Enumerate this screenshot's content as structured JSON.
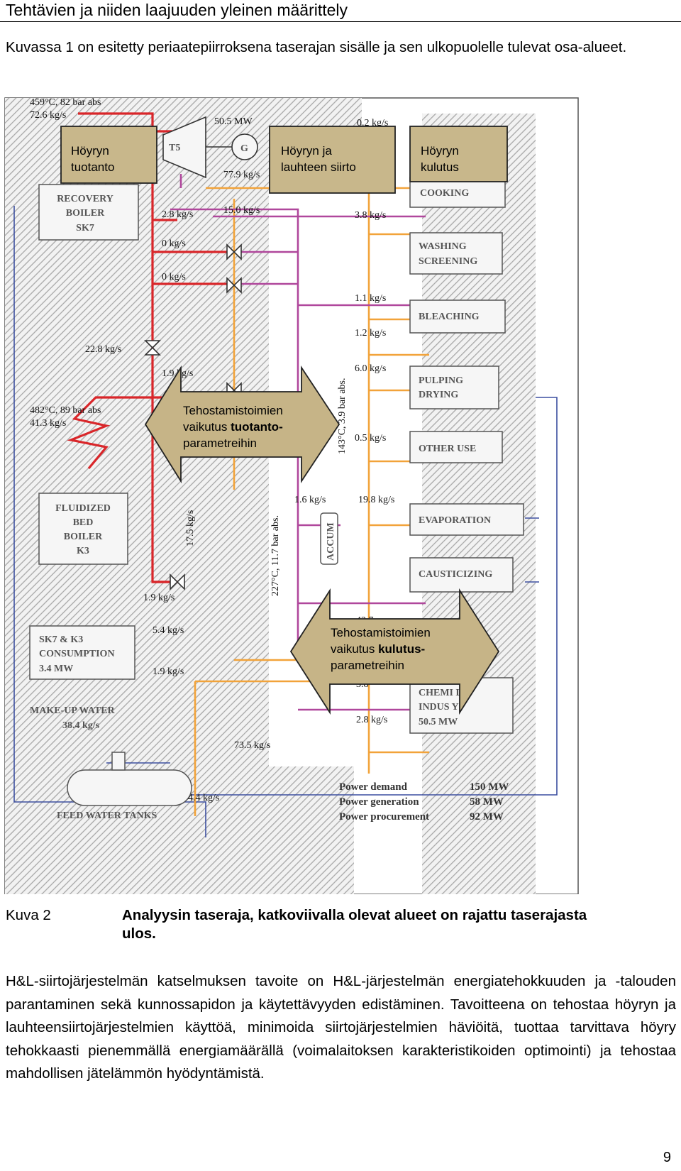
{
  "header": {
    "title": "Tehtävien ja niiden laajuuden yleinen määrittely"
  },
  "intro": "Kuvassa 1 on esitetty periaatepiirroksena taserajan sisälle ja sen ulkopuolelle tulevat osa-alueet.",
  "figure": {
    "category_boxes": {
      "production": [
        "Höyryn",
        "tuotanto"
      ],
      "transfer": [
        "Höyryn ja",
        "lauhteen siirto"
      ],
      "consumption": [
        "Höyryn",
        "kulutus"
      ]
    },
    "arrow_left": {
      "line1": "Tehostamistoimien",
      "line2_plain": "vaikutus ",
      "line2_bold": "tuotanto-",
      "line3": "parametreihin"
    },
    "arrow_right": {
      "line1": "Tehostamistoimien",
      "line2_plain": "vaikutus ",
      "line2_bold": "kulutus-",
      "line3": "parametreihin"
    },
    "boiler_sk7": [
      "RECOVERY",
      "BOILER",
      "SK7"
    ],
    "boiler_k3": [
      "FLUIDIZED",
      "BED",
      "BOILER",
      "K3"
    ],
    "sk7_k3_consumption": [
      "SK7 & K3",
      "CONSUMPTION",
      "3.4 MW"
    ],
    "makeup_water": [
      "MAKE-UP WATER",
      "38.4 kg/s"
    ],
    "feed_water": "FEED WATER TANKS",
    "turbine_label": "T5",
    "generator_label": "G",
    "accum_label": "ACCUM",
    "consumers": {
      "cooking": "COOKING",
      "washing": [
        "WASHING",
        "SCREENING"
      ],
      "bleaching": "BLEACHING",
      "pulping": [
        "PULPING",
        "DRYING"
      ],
      "other_use": "OTHER USE",
      "evaporation": "EVAPORATION",
      "causticizing": "CAUSTICIZING",
      "chemical": [
        "CHEMI   L",
        "INDUS   Y",
        "50.5 MW"
      ]
    },
    "flows": {
      "sk7_steam": [
        "459°C, 82 bar abs",
        "72.6 kg/s"
      ],
      "generator_power": "50.5 MW",
      "turbine_out": "77.9 kg/s",
      "top_right": "0.2 kg/s",
      "f_2_8": "2.8 kg/s",
      "f_15": "15.0 kg/s",
      "f_0a": "0 kg/s",
      "f_0b": "0 kg/s",
      "f_22_8": "22.8 kg/s",
      "f_1_9a": "1.9 kg/s",
      "k3_steam": [
        "482°C, 89 bar abs",
        "41.3 kg/s"
      ],
      "f_17_5": "17.5 kg/s",
      "f_1_9b": "1.9 kg/s",
      "f_5_4": "5.4 kg/s",
      "f_1_9c": "1.9 kg/s",
      "f_73_5": "73.5 kg/s",
      "f_4_4": "4.4 kg/s",
      "f_3_8": "3.8 kg/s",
      "f_1_1": "1.1 kg/s",
      "f_1_2": "1.2 kg/s",
      "f_6_0": "6.0 kg/s",
      "f_0_5": "0.5 kg/s",
      "f_1_6": "1.6 kg/s",
      "f_19_8": "19.8 kg/s",
      "f_42_7": "42.7",
      "f_3_8b": "3.8",
      "f_2_8b": "2.8 kg/s",
      "lp_header": "143°C, 3.9 bar abs.",
      "mp_header": "227°C, 11.7 bar abs."
    },
    "power": {
      "demand_label": "Power demand",
      "demand_value": "150 MW",
      "generation_label": "Power generation",
      "generation_value": "58 MW",
      "procurement_label": "Power procurement",
      "procurement_value": "92 MW"
    }
  },
  "caption": {
    "number": "Kuva 2",
    "text": "Analyysin taseraja, katkoviivalla olevat alueet on rajattu taserajasta ulos."
  },
  "body_text": "H&L-siirtojärjestelmän katselmuksen tavoite on H&L-järjestelmän energiatehokkuuden ja -talouden parantaminen sekä kunnossapidon ja käytettävyyden edistäminen. Tavoitteena on tehostaa höyryn ja lauhteensiirtojärjestelmien käyttöä, minimoida siirtojärjestelmien häviöitä, tuottaa tarvittava höyry tehokkaasti pienemmällä energiamäärällä (voimalaitoksen karakteristikoiden optimointi) ja tehostaa mahdollisen jätelämmön hyödyntämistä.",
  "page_number": "9",
  "colors": {
    "hp_steam": "#d9262a",
    "mp_steam": "#b0479c",
    "lp_steam": "#f2a33a",
    "condensate": "#3c4fa0",
    "tan_box": "#c8b78b",
    "arrow_fill": "#c6b487"
  }
}
